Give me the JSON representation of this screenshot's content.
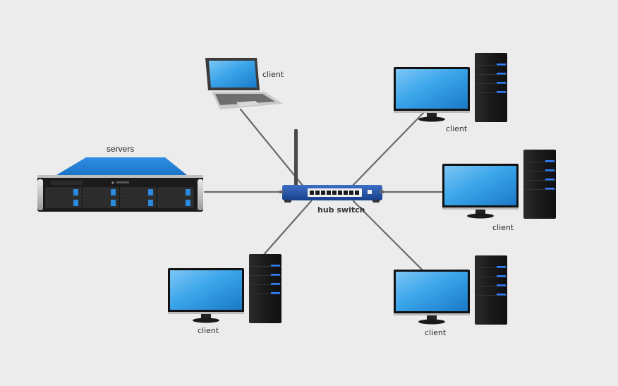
{
  "diagram": {
    "type": "star-network-topology",
    "background": "#ececec",
    "hub": {
      "label": "hub switch",
      "color": "#1d4fa0",
      "ports": 9
    },
    "server": {
      "label": "servers",
      "accent": "#2a8be0",
      "drive_bays": 8
    },
    "clients": [
      {
        "id": "laptop",
        "label": "client",
        "kind": "laptop"
      },
      {
        "id": "top-right",
        "label": "client",
        "kind": "desktop"
      },
      {
        "id": "right",
        "label": "client",
        "kind": "desktop"
      },
      {
        "id": "bottom-left",
        "label": "client",
        "kind": "desktop"
      },
      {
        "id": "bottom-right",
        "label": "client",
        "kind": "desktop"
      }
    ],
    "connections": [
      {
        "from": "hub",
        "to": "server"
      },
      {
        "from": "hub",
        "to": "laptop"
      },
      {
        "from": "hub",
        "to": "top-right"
      },
      {
        "from": "hub",
        "to": "right"
      },
      {
        "from": "hub",
        "to": "bottom-left"
      },
      {
        "from": "hub",
        "to": "bottom-right"
      }
    ],
    "colors": {
      "screen": "#2a9be0",
      "tower": "#1c1c1c",
      "led": "#2f7fff",
      "cable": "#6a6a6a"
    }
  }
}
